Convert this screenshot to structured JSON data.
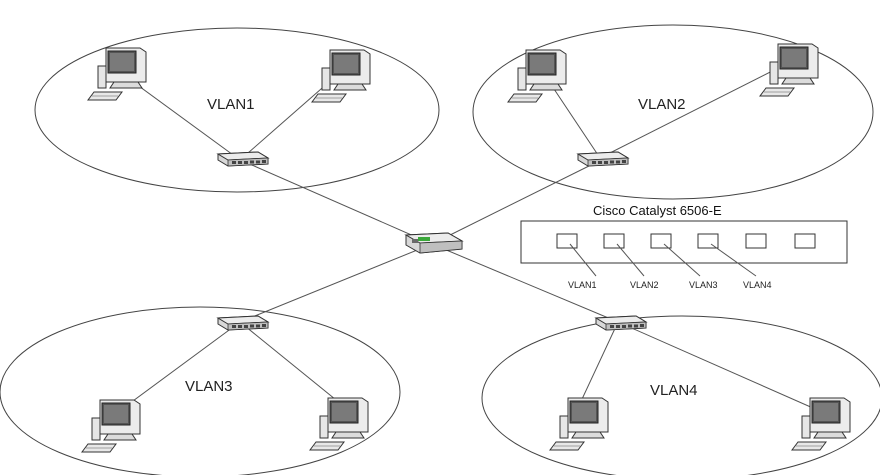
{
  "vlans": [
    {
      "label": "VLAN1"
    },
    {
      "label": "VLAN2"
    },
    {
      "label": "VLAN3"
    },
    {
      "label": "VLAN4"
    }
  ],
  "switch_chassis": {
    "title": "Cisco Catalyst 6506-E",
    "ports": [
      "VLAN1",
      "VLAN2",
      "VLAN3",
      "VLAN4"
    ]
  },
  "icons": {
    "computer": "desktop-computer-icon",
    "access_switch": "network-switch-icon",
    "core_switch": "core-switch-icon"
  },
  "colors": {
    "line": "#555555",
    "switch_body": "#d8d8d8",
    "switch_dark": "#6a6a6a",
    "core_accent": "#3aa83a"
  }
}
